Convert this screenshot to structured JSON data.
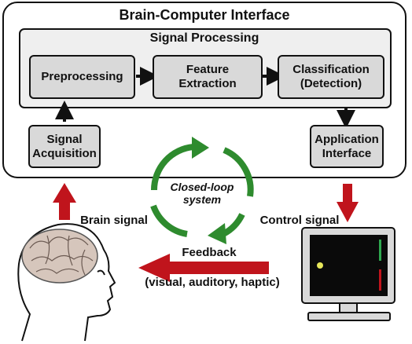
{
  "bci": {
    "title": "Brain-Computer Interface",
    "signal_processing": {
      "title": "Signal Processing",
      "steps": [
        "Preprocessing",
        "Feature Extraction",
        "Classification (Detection)"
      ]
    },
    "acquisition": "Signal Acquisition",
    "application": "Application Interface"
  },
  "loop_label": "Closed-loop system",
  "labels": {
    "brain_signal": "Brain signal",
    "control_signal": "Control signal",
    "feedback": "Feedback",
    "feedback_types": "(visual, auditory, haptic)"
  },
  "colors": {
    "arrow_red": "#c0141c",
    "loop_green": "#2e8b2e",
    "box_fill": "#d9d9d9",
    "panel_fill": "#efefef",
    "screen": "#0a0a0a"
  },
  "icons": {
    "head": "human-head-with-brain-icon",
    "monitor": "computer-monitor-icon"
  }
}
